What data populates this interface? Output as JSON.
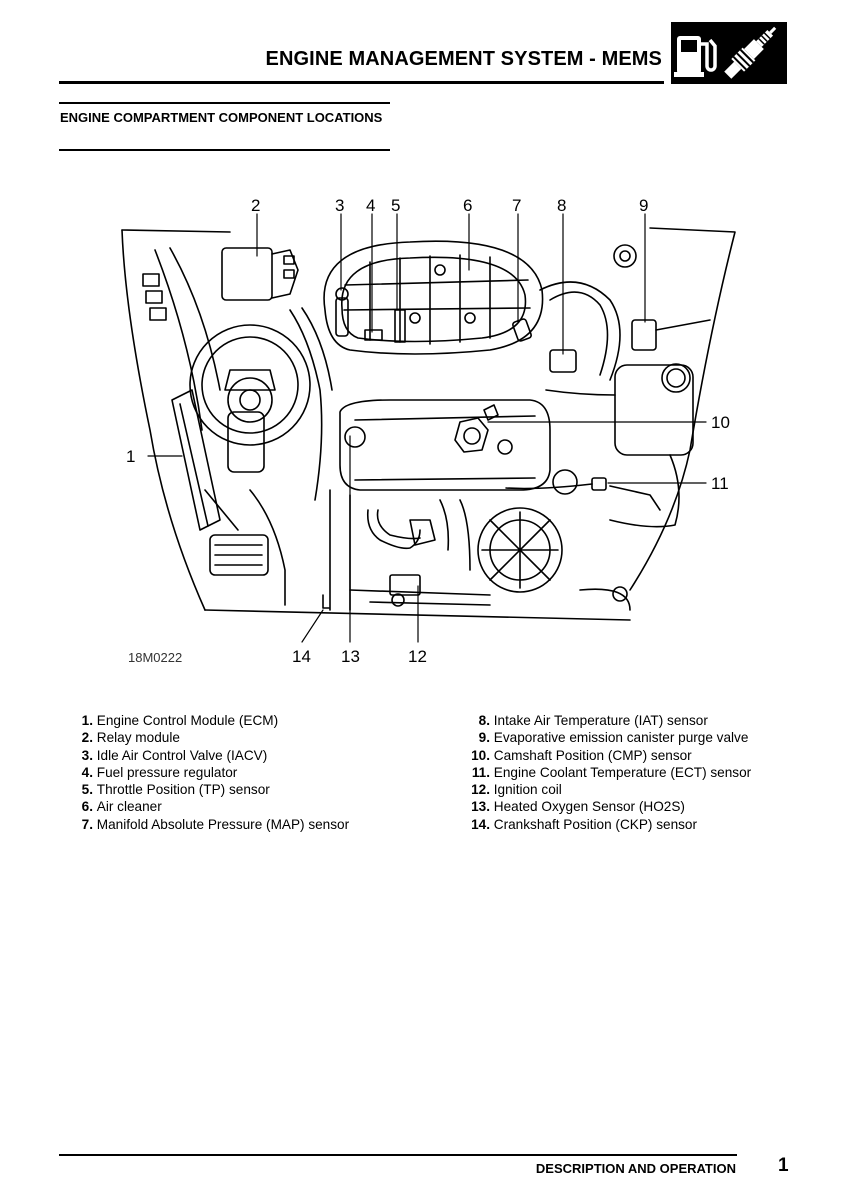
{
  "header": {
    "title": "ENGINE MANAGEMENT SYSTEM - MEMS",
    "icon": "fuel-pump-and-spark-plug-icon"
  },
  "section": {
    "title": "ENGINE COMPARTMENT COMPONENT LOCATIONS"
  },
  "figure": {
    "code": "18M0222",
    "callouts": [
      "1",
      "2",
      "3",
      "4",
      "5",
      "6",
      "7",
      "8",
      "9",
      "10",
      "11",
      "12",
      "13",
      "14"
    ]
  },
  "legend": {
    "left": [
      {
        "num": "1.",
        "text": "Engine Control Module (ECM)"
      },
      {
        "num": "2.",
        "text": "Relay module"
      },
      {
        "num": "3.",
        "text": "Idle Air Control Valve (IACV)"
      },
      {
        "num": "4.",
        "text": "Fuel pressure regulator"
      },
      {
        "num": "5.",
        "text": "Throttle Position (TP) sensor"
      },
      {
        "num": "6.",
        "text": "Air cleaner"
      },
      {
        "num": "7.",
        "text": "Manifold Absolute Pressure (MAP) sensor"
      }
    ],
    "right": [
      {
        "num": "8.",
        "text": "Intake Air Temperature (IAT) sensor"
      },
      {
        "num": "9.",
        "text": "Evaporative emission canister purge valve"
      },
      {
        "num": "10.",
        "text": "Camshaft Position (CMP) sensor"
      },
      {
        "num": "11.",
        "text": "Engine Coolant Temperature (ECT) sensor"
      },
      {
        "num": "12.",
        "text": "Ignition coil"
      },
      {
        "num": "13.",
        "text": "Heated Oxygen Sensor (HO2S)"
      },
      {
        "num": "14.",
        "text": "Crankshaft Position (CKP) sensor"
      }
    ]
  },
  "footer": {
    "section_name": "DESCRIPTION AND OPERATION",
    "page_number": "1"
  }
}
